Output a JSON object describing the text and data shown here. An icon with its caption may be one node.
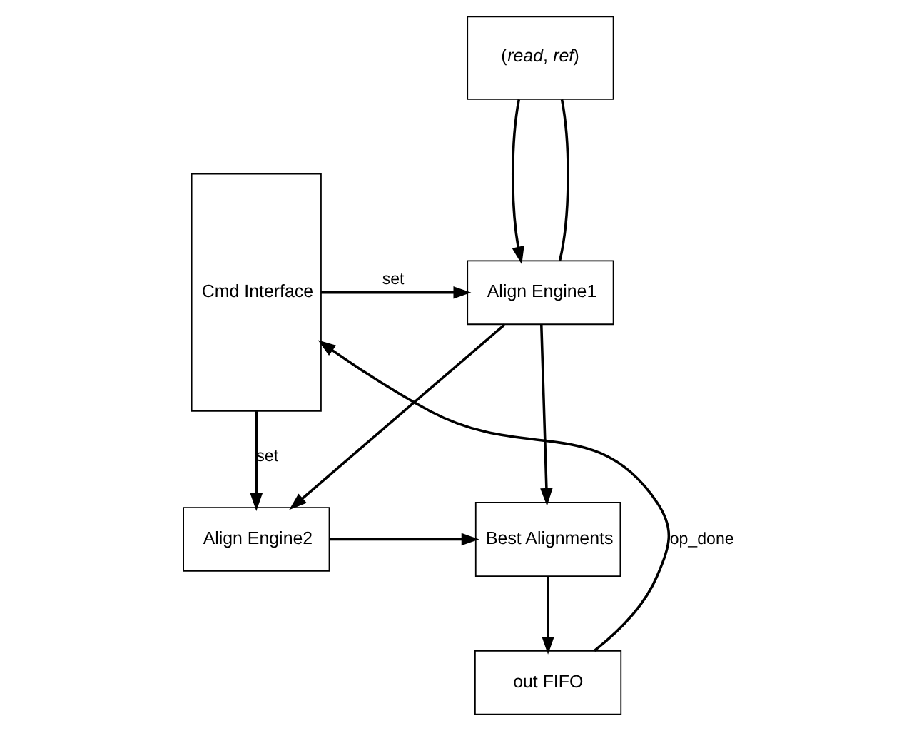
{
  "diagram": {
    "nodes": [
      {
        "text": [
          "(*read*, *ref*)"
        ]
      },
      {
        "text": [
          "Cmd Interface"
        ]
      },
      {
        "text": [
          "Align Engine1"
        ]
      },
      {
        "text": [
          "Align Engine2"
        ]
      },
      {
        "text": [
          "Best Alignments"
        ]
      },
      {
        "text": [
          "out FIFO"
        ]
      }
    ],
    "edges": [
      {
        "from": 0,
        "to": 2,
        "arrow": "to"
      },
      {
        "from": 2,
        "to": 0,
        "arrow": "none"
      },
      {
        "from": 1,
        "to": 2,
        "arrow": "to",
        "label": "set"
      },
      {
        "from": 1,
        "to": 3,
        "arrow": "to",
        "label": "set"
      },
      {
        "from": 2,
        "to": 3,
        "arrow": "to"
      },
      {
        "from": 2,
        "to": 4,
        "arrow": "to"
      },
      {
        "from": 3,
        "to": 4,
        "arrow": "to"
      },
      {
        "from": 4,
        "to": 5,
        "arrow": "to"
      },
      {
        "from": 5,
        "to": 1,
        "arrow": "to",
        "label": "op_done"
      }
    ]
  }
}
